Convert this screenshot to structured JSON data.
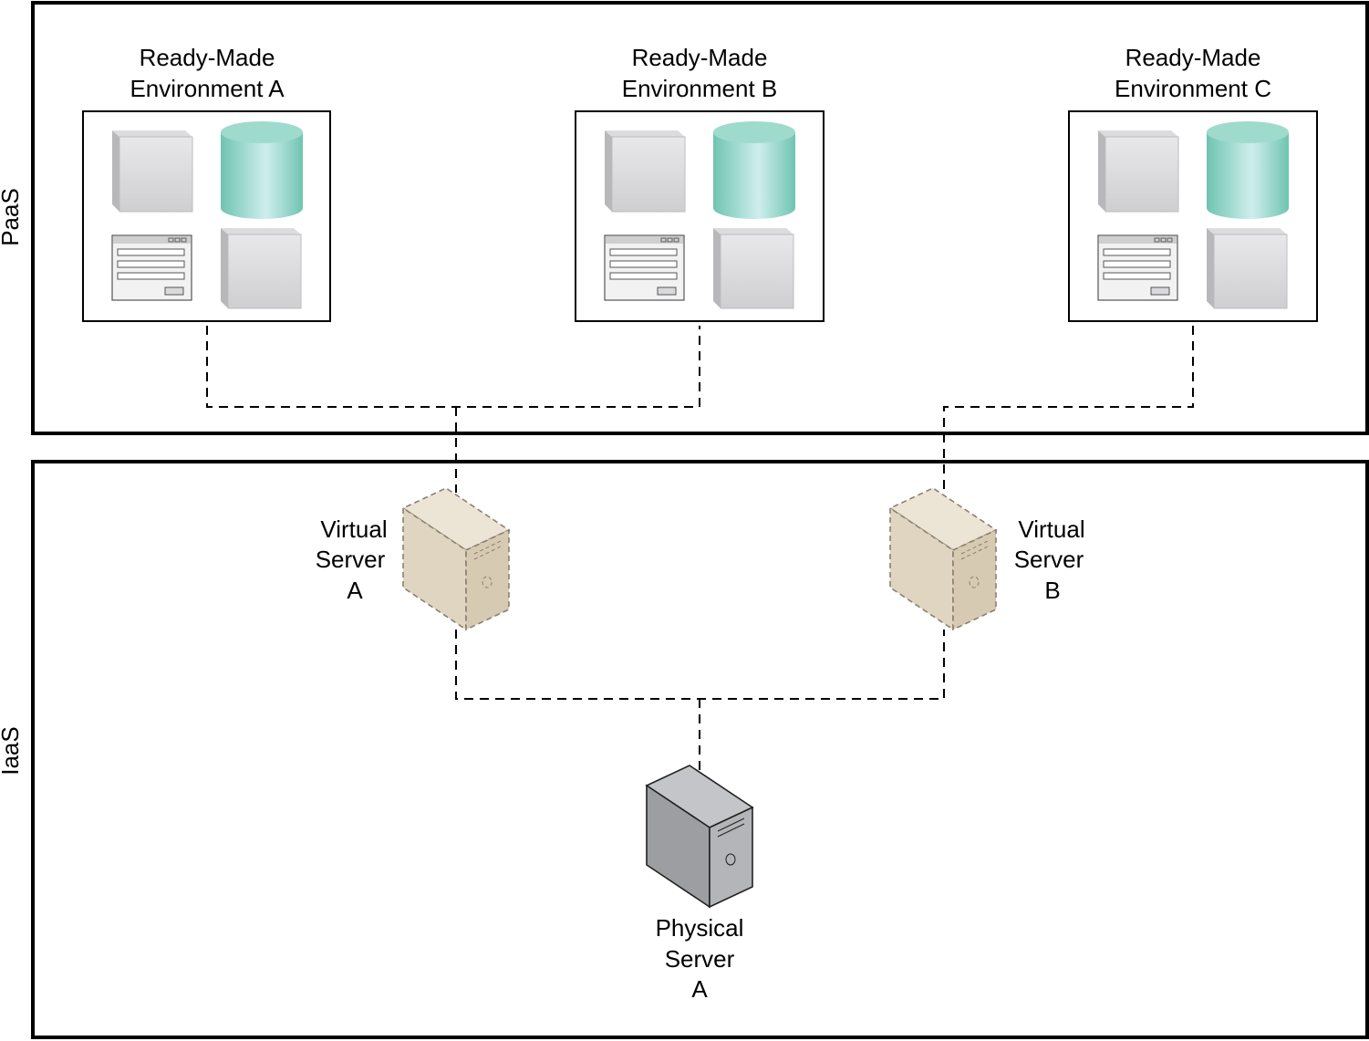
{
  "layers": {
    "paas": "PaaS",
    "iaas": "IaaS"
  },
  "environments": [
    {
      "line1": "Ready-Made",
      "line2": "Environment A"
    },
    {
      "line1": "Ready-Made",
      "line2": "Environment B"
    },
    {
      "line1": "Ready-Made",
      "line2": "Environment C"
    }
  ],
  "virtual_servers": [
    {
      "line1": "Virtual",
      "line2": "Server",
      "line3": "A"
    },
    {
      "line1": "Virtual",
      "line2": "Server",
      "line3": "B"
    }
  ],
  "physical_server": {
    "line1": "Physical",
    "line2": "Server",
    "line3": "A"
  },
  "colors": {
    "database": "#8fd6c6",
    "virtual_server": "#e3d8c3",
    "physical_server": "#a7a9ad",
    "component_box": "#d9d9dc"
  }
}
